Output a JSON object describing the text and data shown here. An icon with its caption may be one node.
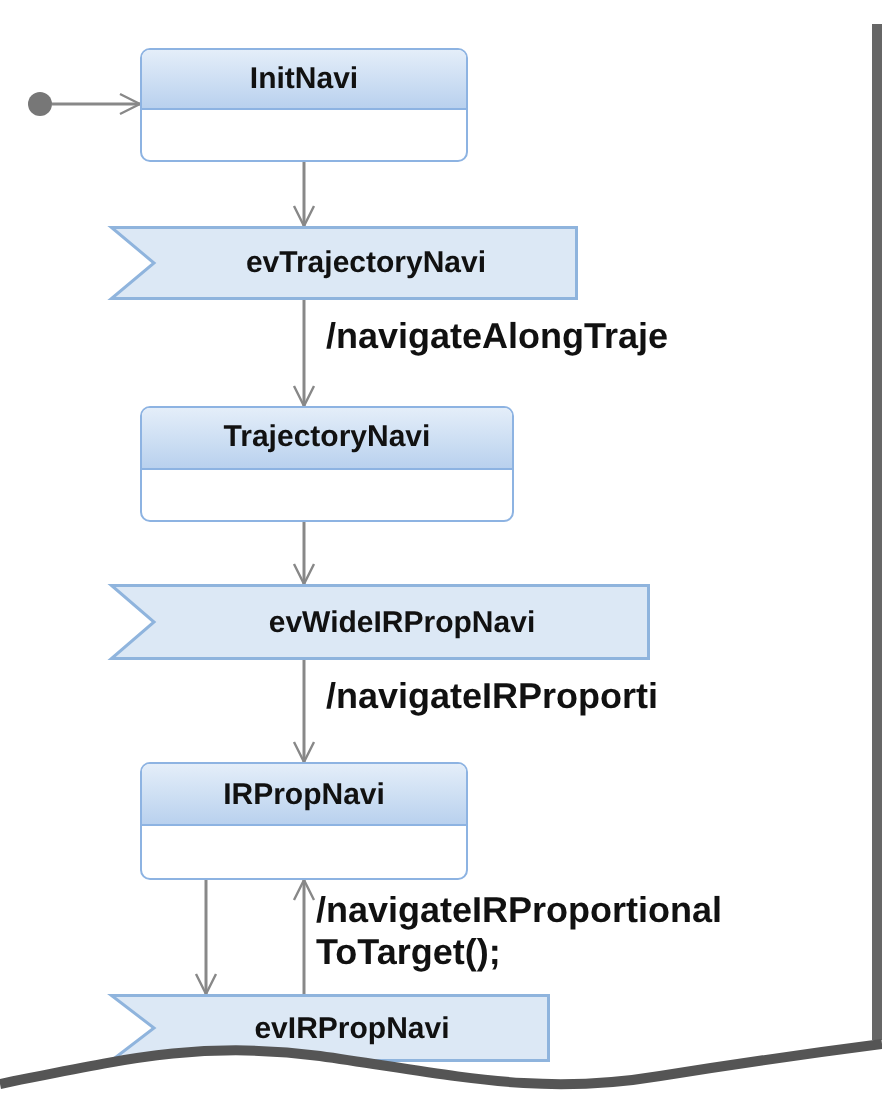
{
  "diagram": {
    "nodes": [
      {
        "text": [],
        "shape": "circle"
      },
      {
        "text": [
          "InitNavi"
        ]
      },
      {
        "text": [
          "evTrajectoryNavi"
        ]
      },
      {
        "text": [
          "TrajectoryNavi"
        ]
      },
      {
        "text": [
          "evWideIRPropNavi"
        ]
      },
      {
        "text": [
          "IRPropNavi"
        ]
      },
      {
        "text": [
          "evIRPropNavi"
        ]
      }
    ],
    "edges": [
      {
        "from": 0,
        "to": 1,
        "arrow": "to"
      },
      {
        "from": 1,
        "to": 2,
        "arrow": "to"
      },
      {
        "from": 2,
        "to": 3,
        "arrow": "to",
        "label": "/navigateAlongTraje"
      },
      {
        "from": 3,
        "to": 4,
        "arrow": "to"
      },
      {
        "from": 4,
        "to": 5,
        "arrow": "to",
        "label": "/navigateIRProporti"
      },
      {
        "from": 5,
        "to": 6,
        "arrow": "to"
      },
      {
        "from": 6,
        "to": 5,
        "arrow": "to",
        "label": "/navigateIRProportional ToTarget();"
      }
    ]
  }
}
